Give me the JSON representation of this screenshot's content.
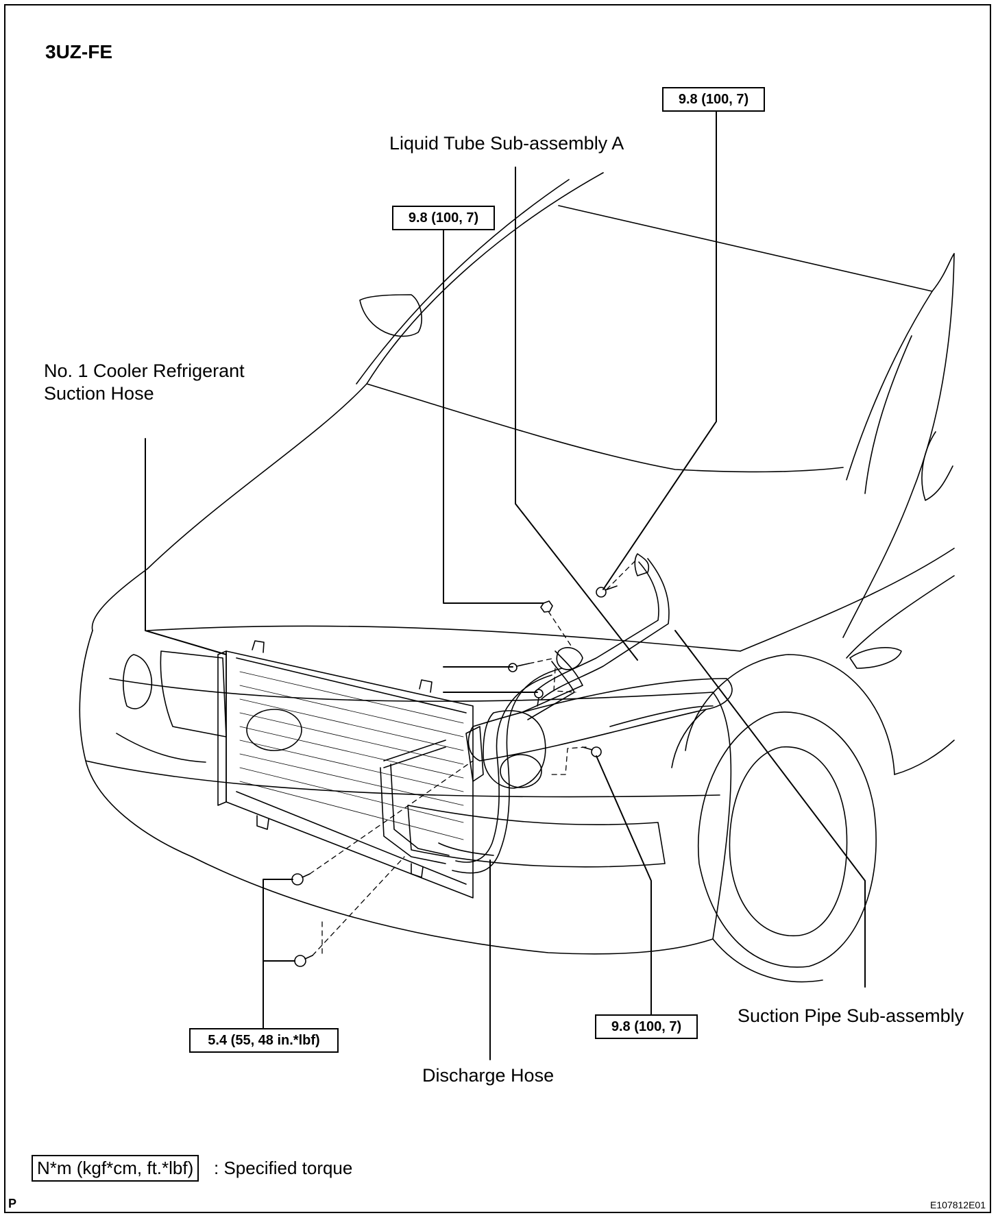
{
  "model": "3UZ-FE",
  "labels": {
    "liquid_tube": "Liquid Tube Sub-assembly A",
    "suction_hose_line1": "No. 1 Cooler Refrigerant",
    "suction_hose_line2": "Suction Hose",
    "suction_pipe": "Suction Pipe Sub-assembly",
    "discharge_hose": "Discharge Hose"
  },
  "torques": {
    "top_right": "9.8 (100, 7)",
    "top_middle": "9.8 (100, 7)",
    "bottom_right": "9.8 (100, 7)",
    "bottom_left": "5.4 (55, 48 in.*lbf)"
  },
  "legend": {
    "unit_box": "N*m (kgf*cm, ft.*lbf)",
    "text": ": Specified torque"
  },
  "corner_letter": "P",
  "figure_code": "E107812E01"
}
